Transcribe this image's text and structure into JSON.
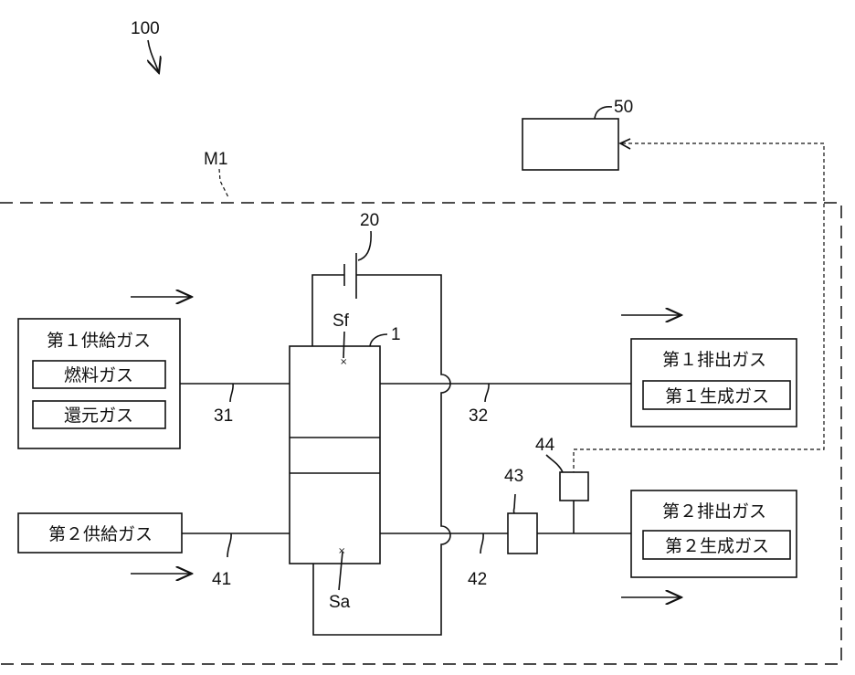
{
  "labels": {
    "system": "100",
    "module": "M1",
    "controller": "50",
    "power_source": "20",
    "cell": "1",
    "fuel_side": "Sf",
    "air_side": "Sa",
    "pipe_31": "31",
    "pipe_32": "32",
    "pipe_41": "41",
    "pipe_42": "42",
    "device_43": "43",
    "sensor_44": "44"
  },
  "boxes": {
    "supply1": {
      "title": "第１供給ガス",
      "items": [
        "燃料ガス",
        "還元ガス"
      ]
    },
    "supply2": {
      "title": "第２供給ガス"
    },
    "exhaust1": {
      "title": "第１排出ガス",
      "items": [
        "第１生成ガス"
      ]
    },
    "exhaust2": {
      "title": "第２排出ガス",
      "items": [
        "第２生成ガス"
      ]
    }
  }
}
